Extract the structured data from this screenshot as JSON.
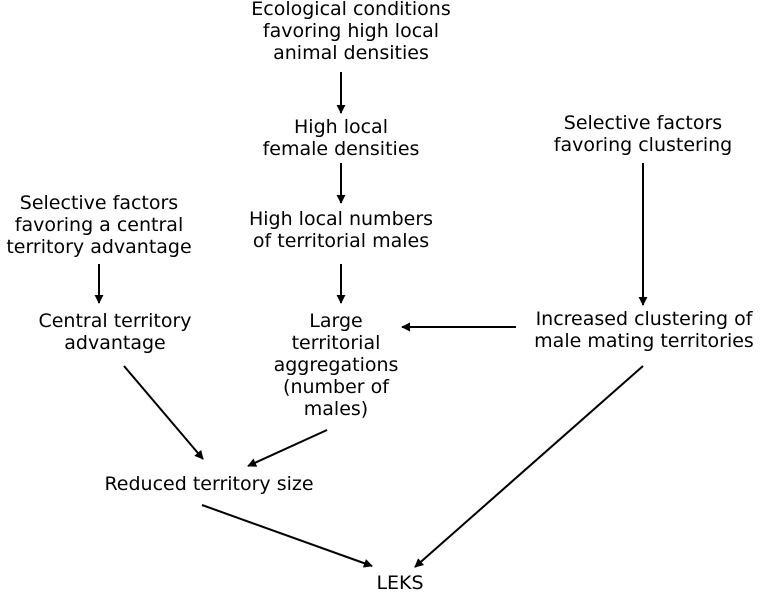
{
  "nodes": {
    "ecological_conditions": [
      "Ecological conditions",
      "favoring high local",
      "animal densities"
    ],
    "high_female_densities": [
      "High local",
      "female densities"
    ],
    "high_male_numbers": [
      "High local numbers",
      "of territorial males"
    ],
    "large_aggregations": [
      "Large",
      "territorial",
      "aggregations",
      "(number of",
      "males)"
    ],
    "selective_clustering": [
      "Selective factors",
      "favoring clustering"
    ],
    "increased_clustering": [
      "Increased clustering of",
      "male mating territories"
    ],
    "selective_central": [
      "Selective factors",
      "favoring a central",
      "territory advantage"
    ],
    "central_advantage": [
      "Central territory",
      "advantage"
    ],
    "reduced_territory": [
      "Reduced territory size"
    ],
    "leks": [
      "LEKS"
    ]
  }
}
